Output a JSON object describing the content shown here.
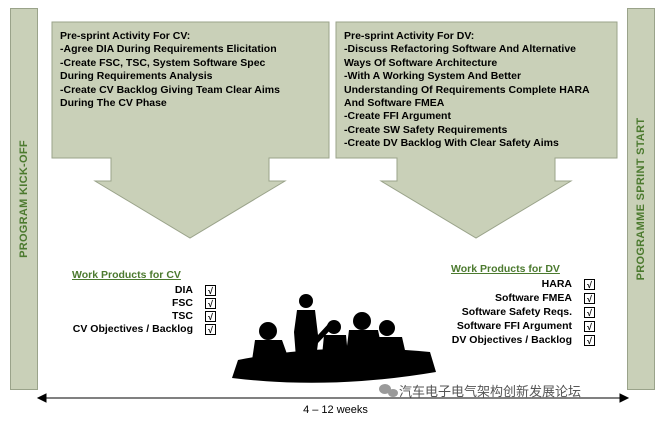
{
  "left_pillar": {
    "label": "PROGRAM KICK-OFF"
  },
  "right_pillar": {
    "label": "PROGRAMME SPRINT START"
  },
  "cv_box": {
    "lines": [
      "Pre-sprint Activity For CV:",
      "-Agree DIA During Requirements Elicitation",
      "-Create FSC, TSC, System Software Spec",
      "During Requirements Analysis",
      "-Create CV Backlog Giving Team Clear Aims",
      "During The CV Phase"
    ]
  },
  "dv_box": {
    "lines": [
      "Pre-sprint Activity For DV:",
      "-Discuss Refactoring Software  And Alternative",
      "Ways Of Software Architecture",
      "-With A Working System And Better",
      "Understanding Of Requirements Complete HARA",
      "And Software FMEA",
      "-Create FFI Argument",
      "-Create SW Safety Requirements",
      "-Create DV Backlog With Clear Safety Aims"
    ]
  },
  "cv_products": {
    "title": "Work Products for CV",
    "items": [
      "DIA",
      "FSC",
      "TSC",
      "CV Objectives /  Backlog"
    ],
    "check": "√"
  },
  "dv_products": {
    "title": "Work Products for DV",
    "items": [
      "HARA",
      "Software FMEA",
      "Software Safety Reqs.",
      "Software FFI Argument",
      "DV Objectives /  Backlog"
    ],
    "check": "√"
  },
  "timeline": {
    "label": "4 – 12 weeks"
  },
  "watermark": {
    "text": "汽车电子电气架构创新发展论坛"
  },
  "colors": {
    "box_fill": "#c9d0b8",
    "box_stroke": "#9aa38a",
    "accent_green": "#4c7a2f"
  },
  "icons": {
    "meeting": "meeting-silhouette-icon",
    "wechat": "wechat-icon"
  }
}
